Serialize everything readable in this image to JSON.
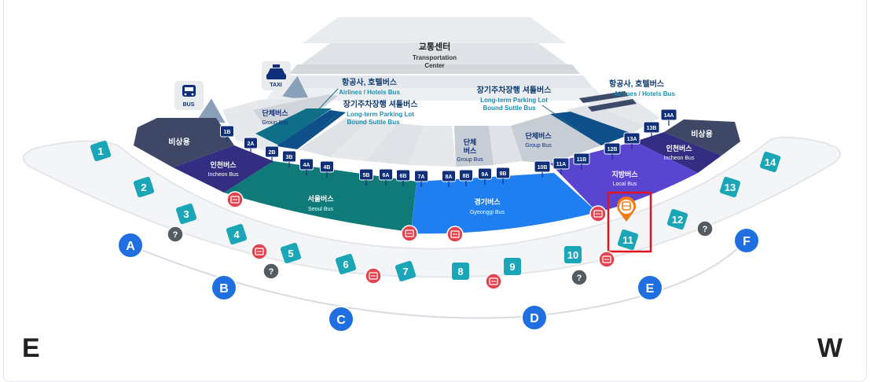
{
  "transport_center": {
    "ko": "교통센터",
    "en1": "Transportation",
    "en2": "Center"
  },
  "icons": {
    "bus": "bus-icon",
    "taxi": "taxi-icon",
    "bus_label": "BUS",
    "taxi_label": "TAXI"
  },
  "callouts": {
    "airlines_left_ko": "항공사, 호텔버스",
    "airlines_left_en": "Airlines / Hotels Bus",
    "longterm_left_ko": "장기주차장행 셔틀버스",
    "longterm_left_en1": "Long-term Parking Lot",
    "longterm_left_en2": "Bound Suttle Bus",
    "longterm_right_ko": "장기주차장행 셔틀버스",
    "longterm_right_en1": "Long-term Parking Lot",
    "longterm_right_en2": "Bound Suttle Bus",
    "airlines_right_ko": "항공사, 호텔버스",
    "airlines_right_en": "Airlines / Hotels Bus"
  },
  "zones": {
    "emergency_left": "비상용",
    "emergency_right": "비상용",
    "group_left_ko": "단체버스",
    "group_left_en": "Group Bus",
    "group_center_ko1": "단체",
    "group_center_ko2": "버스",
    "group_center_en": "Group Bus",
    "group_right_ko": "단체버스",
    "group_right_en": "Group Bus",
    "incheon_left_ko": "인천버스",
    "incheon_left_en": "Incheon Bus",
    "incheon_right_ko": "인천버스",
    "incheon_right_en": "Incheon Bus",
    "seoul_ko": "서울버스",
    "seoul_en": "Seoul Bus",
    "gyeonggi_ko": "경기버스",
    "gyeonggi_en": "Gyeonggi Bus",
    "local_ko": "지방버스",
    "local_en": "Local Bus"
  },
  "stops": [
    "1B",
    "2A",
    "2B",
    "3B",
    "4A",
    "4B",
    "5B",
    "6A",
    "6B",
    "7A",
    "8A",
    "8B",
    "9A",
    "9B",
    "10B",
    "11A",
    "11B",
    "12B",
    "13A",
    "13B",
    "14A"
  ],
  "gates": [
    "1",
    "2",
    "3",
    "4",
    "5",
    "6",
    "7",
    "8",
    "9",
    "10",
    "11",
    "12",
    "13",
    "14"
  ],
  "sections": [
    "A",
    "B",
    "C",
    "D",
    "E",
    "F"
  ],
  "directions": {
    "left": "E",
    "right": "W"
  },
  "colors": {
    "teal": "#1aa6b7",
    "seoul": "#0f7a78",
    "gyeonggi": "#1f7ff0",
    "local": "#5a45d1",
    "incheon": "#342e82",
    "emergency": "#3e4866",
    "navy": "#0f2f7a",
    "ticket": "#e2434e",
    "section_blue": "#1f6fe0",
    "highlight": "#e0141e",
    "pin": "#f07a12"
  },
  "highlighted_gate": "11"
}
